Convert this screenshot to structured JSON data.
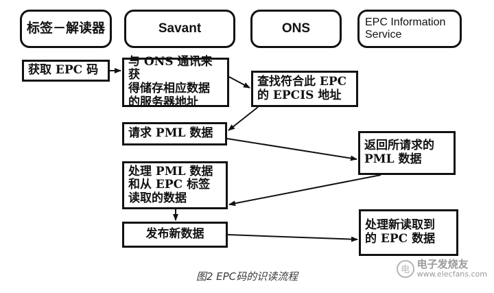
{
  "lanes": {
    "reader": "标签－解读器",
    "savant": "Savant",
    "ons": "ONS",
    "epcis_line1": "EPC Information",
    "epcis_line2": "Service"
  },
  "steps": {
    "get_epc": "获取 EPC 码",
    "savant_ons_line1": "与 ONS 通讯来获",
    "savant_ons_line2": "得储存相应数据",
    "savant_ons_line3": "的服务器地址",
    "find_epcis_line1": "查找符合此 EPC",
    "find_epcis_line2": "的 EPCIS 地址",
    "request_pml": "请求 PML 数据",
    "return_pml_line1": "返回所请求的",
    "return_pml_line2": "PML 数据",
    "process_line1": "处理 PML 数据",
    "process_line2": "和从 EPC 标签",
    "process_line3": "读取的数据",
    "publish": "发布新数据",
    "process_new_line1": "处理新读取到",
    "process_new_line2": "的 EPC 数据"
  },
  "caption": "图2 EPC码的识读流程",
  "watermark": {
    "logo": "电",
    "title": "电子发烧友",
    "url": "www.elecfans.com"
  },
  "colors": {
    "line": "#111111",
    "caption": "#3a3a3a",
    "watermark": "#9a9a9a"
  }
}
